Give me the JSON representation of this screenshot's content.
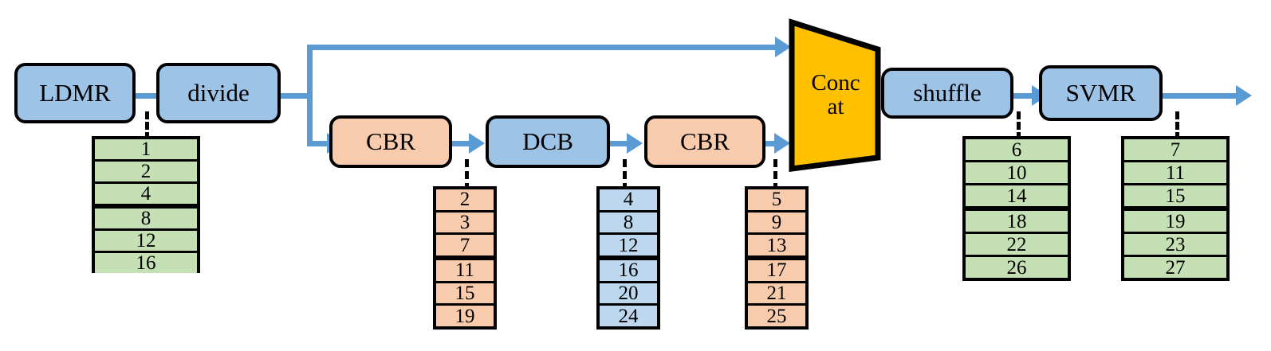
{
  "diagram": {
    "title": "LDMR divide CBR DCB CBR Concat shuffle SVMR pipeline",
    "palette": {
      "block_blue": "#9dc3e6",
      "block_orange": "#f8cbad",
      "stack_green": "#c5e0b4",
      "stack_blue": "#bdd7ee",
      "stack_orange": "#f8cbad",
      "concat_yellow": "#ffc000",
      "arrow_blue": "#5b9bd5",
      "outline": "#000000"
    },
    "nodes": {
      "ldmr": {
        "label": "LDMR"
      },
      "divide": {
        "label": "divide"
      },
      "cbr1": {
        "label": "CBR"
      },
      "dcb": {
        "label": "DCB"
      },
      "cbr2": {
        "label": "CBR"
      },
      "concat": {
        "label_line1": "Conc",
        "label_line2": "at"
      },
      "shuffle": {
        "label": "shuffle"
      },
      "svmr": {
        "label": "SVMR"
      }
    },
    "stacks": {
      "ldmr_stack": {
        "values": [
          "1",
          "2",
          "4",
          "8",
          "12",
          "16"
        ],
        "thick_after_index": 2
      },
      "cbr1_stack": {
        "values": [
          "2",
          "3",
          "7",
          "11",
          "15",
          "19"
        ],
        "thick_after_index": 2
      },
      "dcb_stack": {
        "values": [
          "4",
          "8",
          "12",
          "16",
          "20",
          "24"
        ],
        "thick_after_index": 2
      },
      "cbr2_stack": {
        "values": [
          "5",
          "9",
          "13",
          "17",
          "21",
          "25"
        ],
        "thick_after_index": 2
      },
      "shuffle_stack": {
        "values": [
          "6",
          "10",
          "14",
          "18",
          "22",
          "26"
        ],
        "thick_after_index": 2
      },
      "svmr_stack": {
        "values": [
          "7",
          "11",
          "15",
          "19",
          "23",
          "27"
        ],
        "thick_after_index": 2
      }
    }
  }
}
